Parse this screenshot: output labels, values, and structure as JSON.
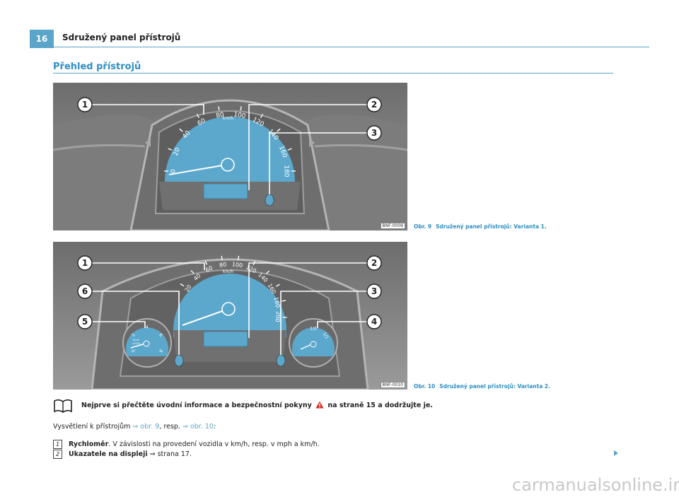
{
  "header": {
    "page_number": "16",
    "chapter_title": "Sdružený panel přístrojů"
  },
  "section": {
    "title": "Přehled přístrojů"
  },
  "figure1": {
    "code": "BNF-0009",
    "caption_num": "Obr. 9",
    "caption_text": "Sdružený panel přístrojů: Varianta 1.",
    "speed_ticks": [
      "0",
      "20",
      "40",
      "60",
      "80",
      "100",
      "120",
      "140",
      "160",
      "180"
    ],
    "unit": "km/h",
    "callouts": [
      "1",
      "2",
      "3"
    ]
  },
  "figure2": {
    "code": "BNF-0010",
    "caption_num": "Obr. 10",
    "caption_text": "Sdružený panel přístrojů: Varianta 2.",
    "speed_ticks": [
      "20",
      "40",
      "60",
      "80",
      "100",
      "120",
      "140",
      "160",
      "180",
      "200"
    ],
    "unit": "km/h",
    "rpm_ticks": [
      "0",
      "2",
      "4",
      "6",
      "8"
    ],
    "rpm_label": "1/min\nx1000",
    "fuel_ticks": [
      "1/2",
      "1/1"
    ],
    "callouts": [
      "1",
      "2",
      "3",
      "4",
      "5",
      "6"
    ]
  },
  "note": {
    "text_before": "Nejprve si přečtěte úvodní informace a bezpečnostní pokyny",
    "text_after": "na straně 15 a dodržujte je."
  },
  "intro": {
    "text": "Vysvětlení k přístrojům",
    "link1": "⇒ obr. 9",
    "mid": ", resp.",
    "link2": "⇒ obr. 10",
    "end": ":"
  },
  "items": [
    {
      "num": "1",
      "bold": "Rychloměr",
      "rest": ". V závislosti na provedení vozidla v km/h, resp. v mph a km/h."
    },
    {
      "num": "2",
      "bold": "Ukazatele na displeji",
      "rest": " ⇒ strana 17."
    }
  ],
  "watermark": "carmanualsonline.info",
  "colors": {
    "accent": "#5aa5c9",
    "gauge": "#5ba8cc",
    "panel": "#8a8a8a"
  }
}
